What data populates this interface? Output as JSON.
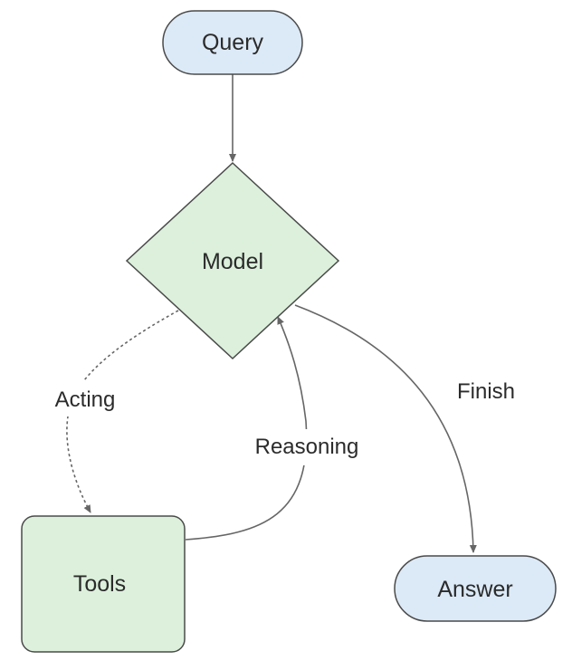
{
  "diagram": {
    "nodes": {
      "query": {
        "label": "Query",
        "shape": "stadium",
        "fill": "#dce9f6"
      },
      "model": {
        "label": "Model",
        "shape": "diamond",
        "fill": "#dcf0dc"
      },
      "tools": {
        "label": "Tools",
        "shape": "rounded-rectangle",
        "fill": "#dcf0dc"
      },
      "answer": {
        "label": "Answer",
        "shape": "stadium",
        "fill": "#dce9f6"
      }
    },
    "edges": {
      "query_to_model": {
        "label": "",
        "style": "solid"
      },
      "model_to_tools": {
        "label": "Acting",
        "style": "dashed"
      },
      "tools_to_model": {
        "label": "Reasoning",
        "style": "solid"
      },
      "model_to_answer": {
        "label": "Finish",
        "style": "solid"
      }
    },
    "colors": {
      "node_stroke": "#4a4a4a",
      "edge": "#666666",
      "text": "#2b2b2b"
    }
  }
}
